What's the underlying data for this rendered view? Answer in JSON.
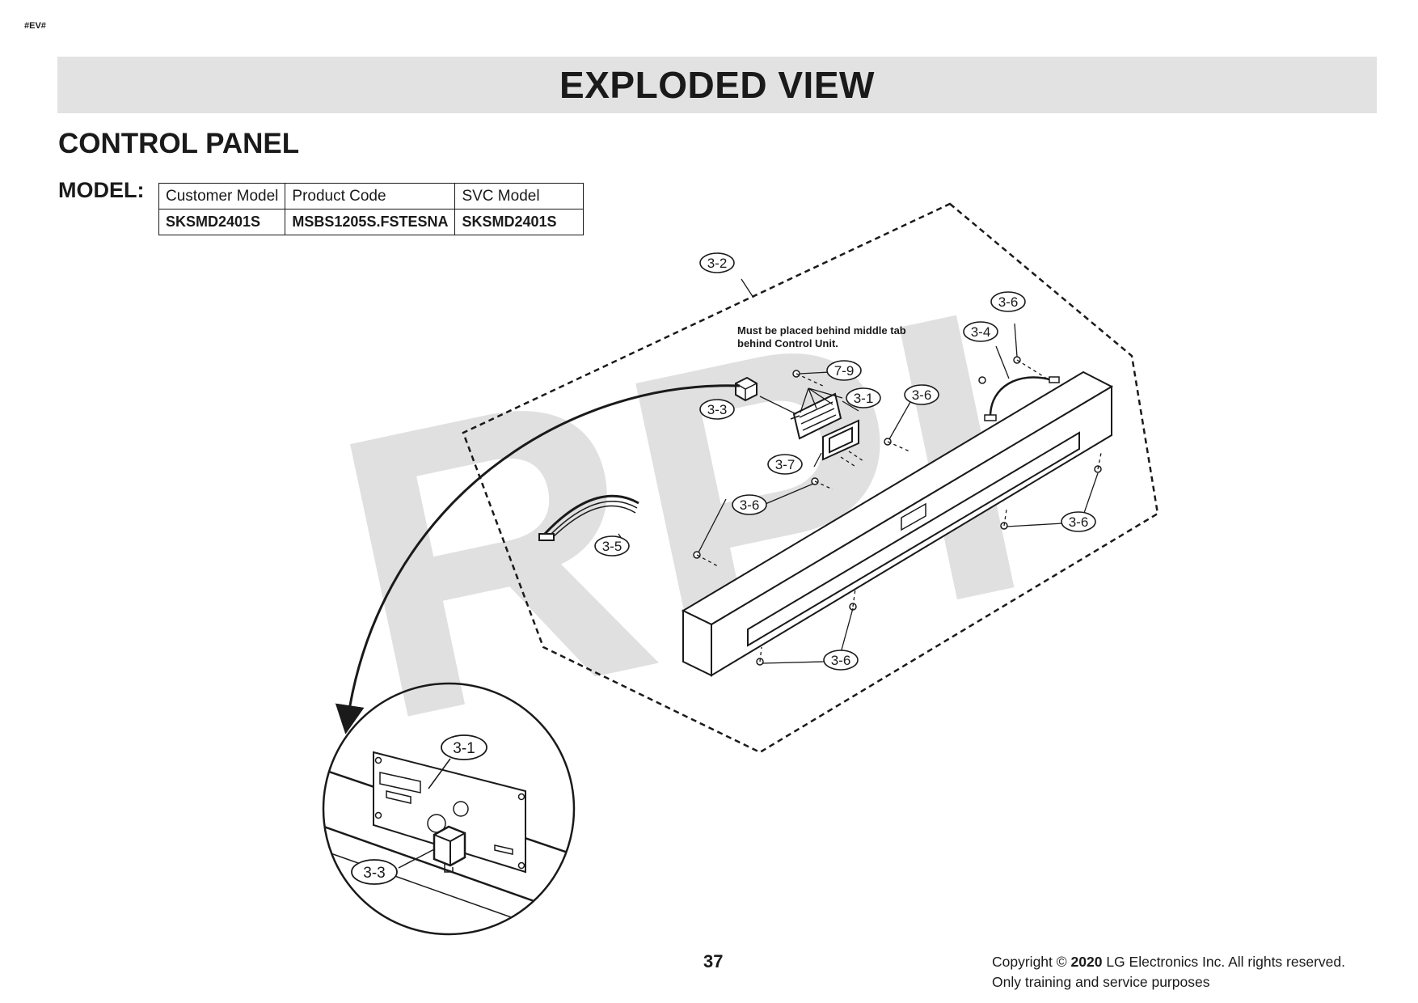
{
  "header": {
    "corner_tag": "#EV#",
    "title": "EXPLODED VIEW",
    "section": "CONTROL PANEL",
    "model_label": "MODEL:"
  },
  "model_table": {
    "headers": [
      "Customer Model",
      "Product Code",
      "SVC Model"
    ],
    "values": [
      "SKSMD2401S",
      "MSBS1205S.FSTESNA",
      "SKSMD2401S"
    ]
  },
  "diagram": {
    "watermark": "RPI",
    "note_line1": "Must be placed behind middle tab",
    "note_line2": "behind Control Unit.",
    "callouts": {
      "c32": "3-2",
      "c36a": "3-6",
      "c34": "3-4",
      "c79": "7-9",
      "c31": "3-1",
      "c36b": "3-6",
      "c33": "3-3",
      "c37": "3-7",
      "c36c": "3-6",
      "c35": "3-5",
      "c36d": "3-6",
      "c36e": "3-6"
    },
    "detail_callouts": {
      "d31": "3-1",
      "d33": "3-3"
    }
  },
  "footer": {
    "page": "37",
    "copyright_prefix": "Copyright © ",
    "copyright_year": "2020",
    "copyright_suffix": " LG Electronics Inc. All rights reserved.",
    "copyright_line2": "Only training and service purposes"
  }
}
